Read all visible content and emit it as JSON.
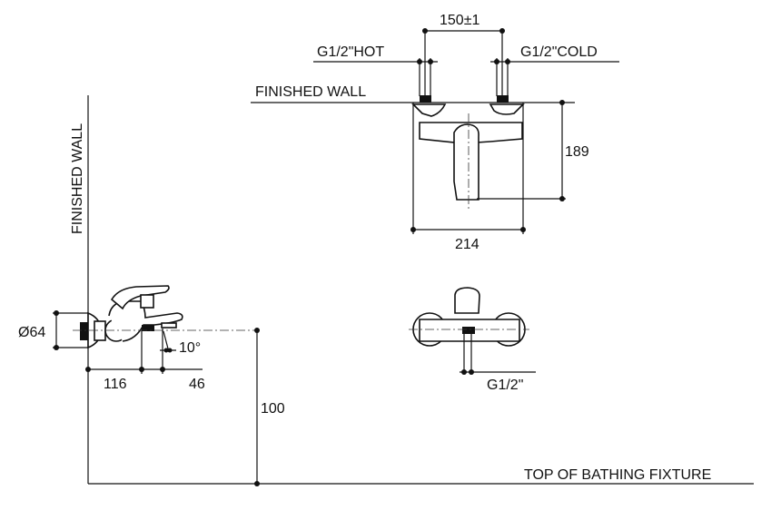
{
  "labels": {
    "finished_wall_side": "FINISHED WALL",
    "finished_wall_top": "FINISHED WALL",
    "top_of_bathing_fixture": "TOP OF BATHING FIXTURE",
    "hot_inlet": "G1/2\"HOT",
    "cold_inlet": "G1/2\"COLD",
    "outlet_thread": "G1/2\""
  },
  "dimensions": {
    "inlet_spacing": "150±1",
    "projection": "189",
    "width": "214",
    "flange_diameter": "Ø64",
    "spout_length": "116",
    "spout_offset": "46",
    "spout_angle": "10°",
    "height_above_fixture": "100"
  }
}
